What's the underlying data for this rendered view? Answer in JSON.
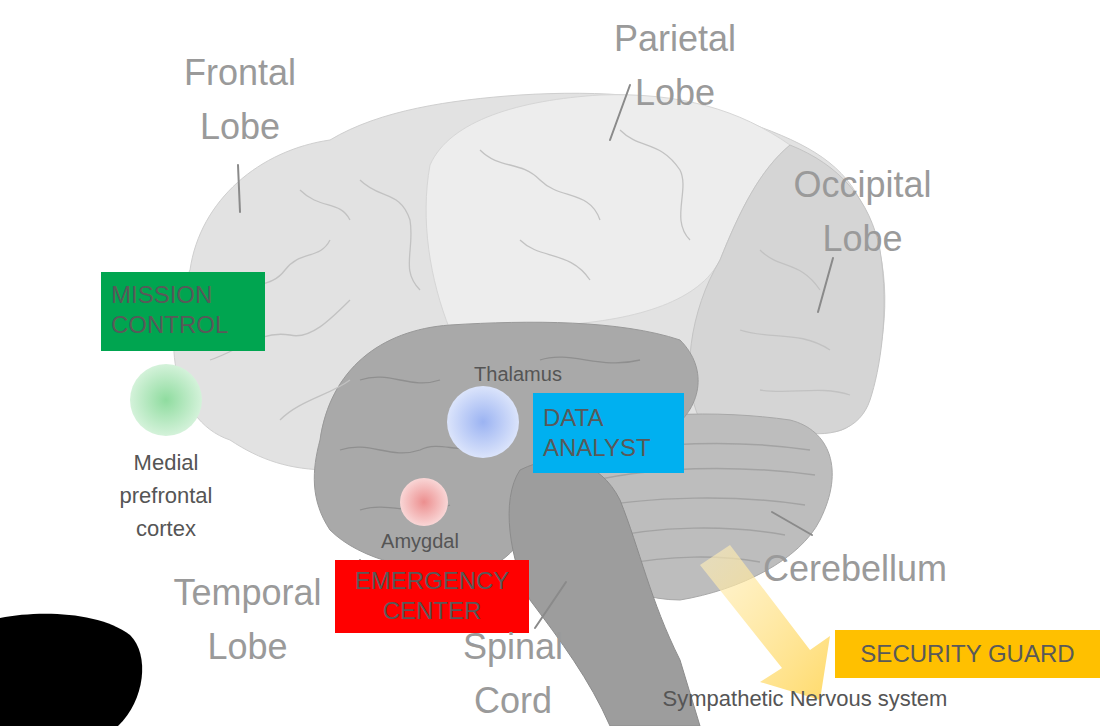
{
  "diagram": {
    "nodes": [
      {
        "text": [
          "MISSION CONTROL"
        ]
      },
      {
        "text": [
          "DATA ANALYST"
        ]
      },
      {
        "text": [
          "EMERGENCY CENTER"
        ]
      },
      {
        "text": [
          "SECURITY GUARD"
        ]
      }
    ],
    "labels": [
      "Parietal Lobe",
      "Frontal Lobe",
      "Occipital Lobe",
      "Thalamus",
      "Medial prefrontal cortex",
      "Amygdal",
      "Cerebellum",
      "Temporal Lobe",
      "Spinal Cord",
      "Sympathetic Nervous system"
    ]
  }
}
